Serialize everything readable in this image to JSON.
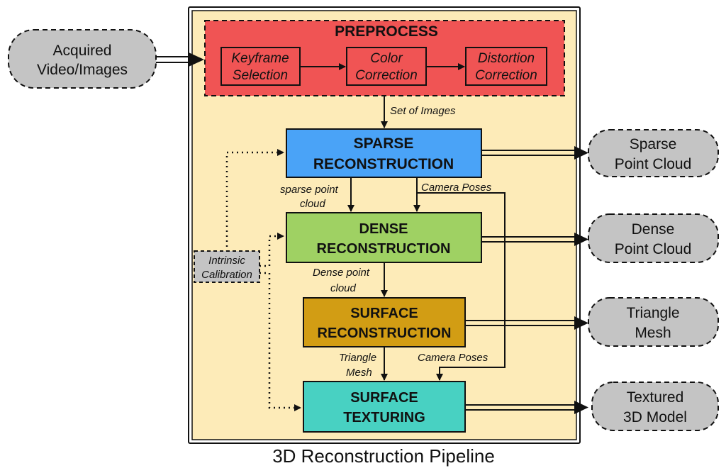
{
  "title": "3D Reconstruction Pipeline",
  "colors": {
    "panel": "#fdebb8",
    "preprocess": "#f05454",
    "sparse": "#4aa3f7",
    "dense": "#9fd163",
    "surface": "#d29d14",
    "texturing": "#48d1c2",
    "io": "#c4c4c4"
  },
  "input": {
    "line1": "Acquired",
    "line2": "Video/Images"
  },
  "preprocess": {
    "title": "PREPROCESS",
    "steps": [
      {
        "line1": "Keyframe",
        "line2": "Selection"
      },
      {
        "line1": "Color",
        "line2": "Correction"
      },
      {
        "line1": "Distortion",
        "line2": "Correction"
      }
    ]
  },
  "stages": {
    "sparse": {
      "line1": "SPARSE",
      "line2": "RECONSTRUCTION"
    },
    "dense": {
      "line1": "DENSE",
      "line2": "RECONSTRUCTION"
    },
    "surface": {
      "line1": "SURFACE",
      "line2": "RECONSTRUCTION"
    },
    "texturing": {
      "line1": "SURFACE",
      "line2": "TEXTURING"
    }
  },
  "calibration": {
    "line1": "Intrinsic",
    "line2": "Calibration"
  },
  "edge_labels": {
    "set_of_images": "Set of Images",
    "sparse_pc_line1": "sparse point",
    "sparse_pc_line2": "cloud",
    "camera_poses_top": "Camera Poses",
    "dense_pc_line1": "Dense point",
    "dense_pc_line2": "cloud",
    "tri_mesh_line1": "Triangle",
    "tri_mesh_line2": "Mesh",
    "camera_poses_bottom": "Camera Poses"
  },
  "outputs": {
    "sparse": {
      "line1": "Sparse",
      "line2": "Point Cloud"
    },
    "dense": {
      "line1": "Dense",
      "line2": "Point Cloud"
    },
    "mesh": {
      "line1": "Triangle",
      "line2": "Mesh"
    },
    "textured": {
      "line1": "Textured",
      "line2": "3D Model"
    }
  }
}
